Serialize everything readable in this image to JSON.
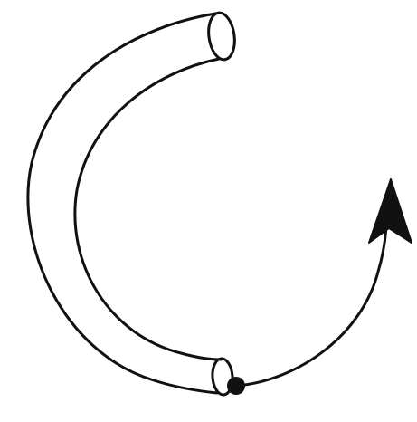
{
  "diagram": {
    "description_visible_text": "",
    "elements": [
      {
        "id": "curved-tube",
        "kind": "hollow curved tube, open C shape"
      },
      {
        "id": "tube-top-opening",
        "kind": "elliptical end opening"
      },
      {
        "id": "tube-bottom-opening",
        "kind": "elliptical end opening"
      },
      {
        "id": "ball",
        "kind": "small filled ball at bottom opening"
      },
      {
        "id": "trajectory-arrow",
        "kind": "curved arrow from ball upward"
      }
    ],
    "colors": {
      "stroke": "#111111",
      "background": "#ffffff",
      "ball": "#111111"
    }
  }
}
